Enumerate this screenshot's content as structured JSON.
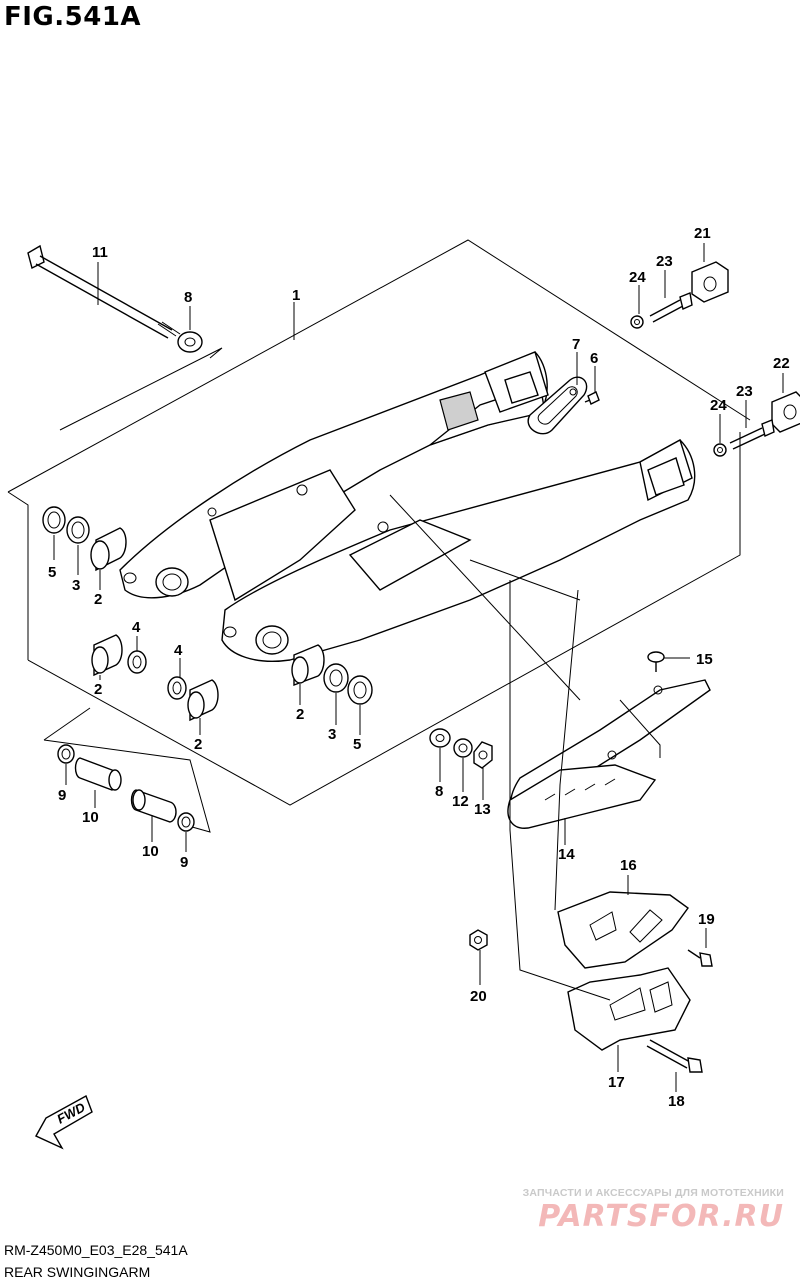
{
  "figure": {
    "title": "FIG.541A"
  },
  "footer": {
    "code": "RM-Z450M0_E03_E28_541A",
    "subtitle": "REAR SWINGINGARM"
  },
  "watermark": {
    "line1": "ЗАПЧАСТИ И АКСЕССУАРЫ ДЛЯ МОТОТЕХНИКИ",
    "logo": "PARTSFOR.RU"
  },
  "direction_badge": "FWD",
  "callouts": [
    "1",
    "2",
    "2",
    "2",
    "2",
    "3",
    "3",
    "4",
    "4",
    "5",
    "5",
    "6",
    "7",
    "8",
    "8",
    "9",
    "9",
    "10",
    "10",
    "11",
    "12",
    "13",
    "14",
    "15",
    "16",
    "17",
    "18",
    "19",
    "20",
    "21",
    "22",
    "23",
    "23",
    "24",
    "24"
  ]
}
